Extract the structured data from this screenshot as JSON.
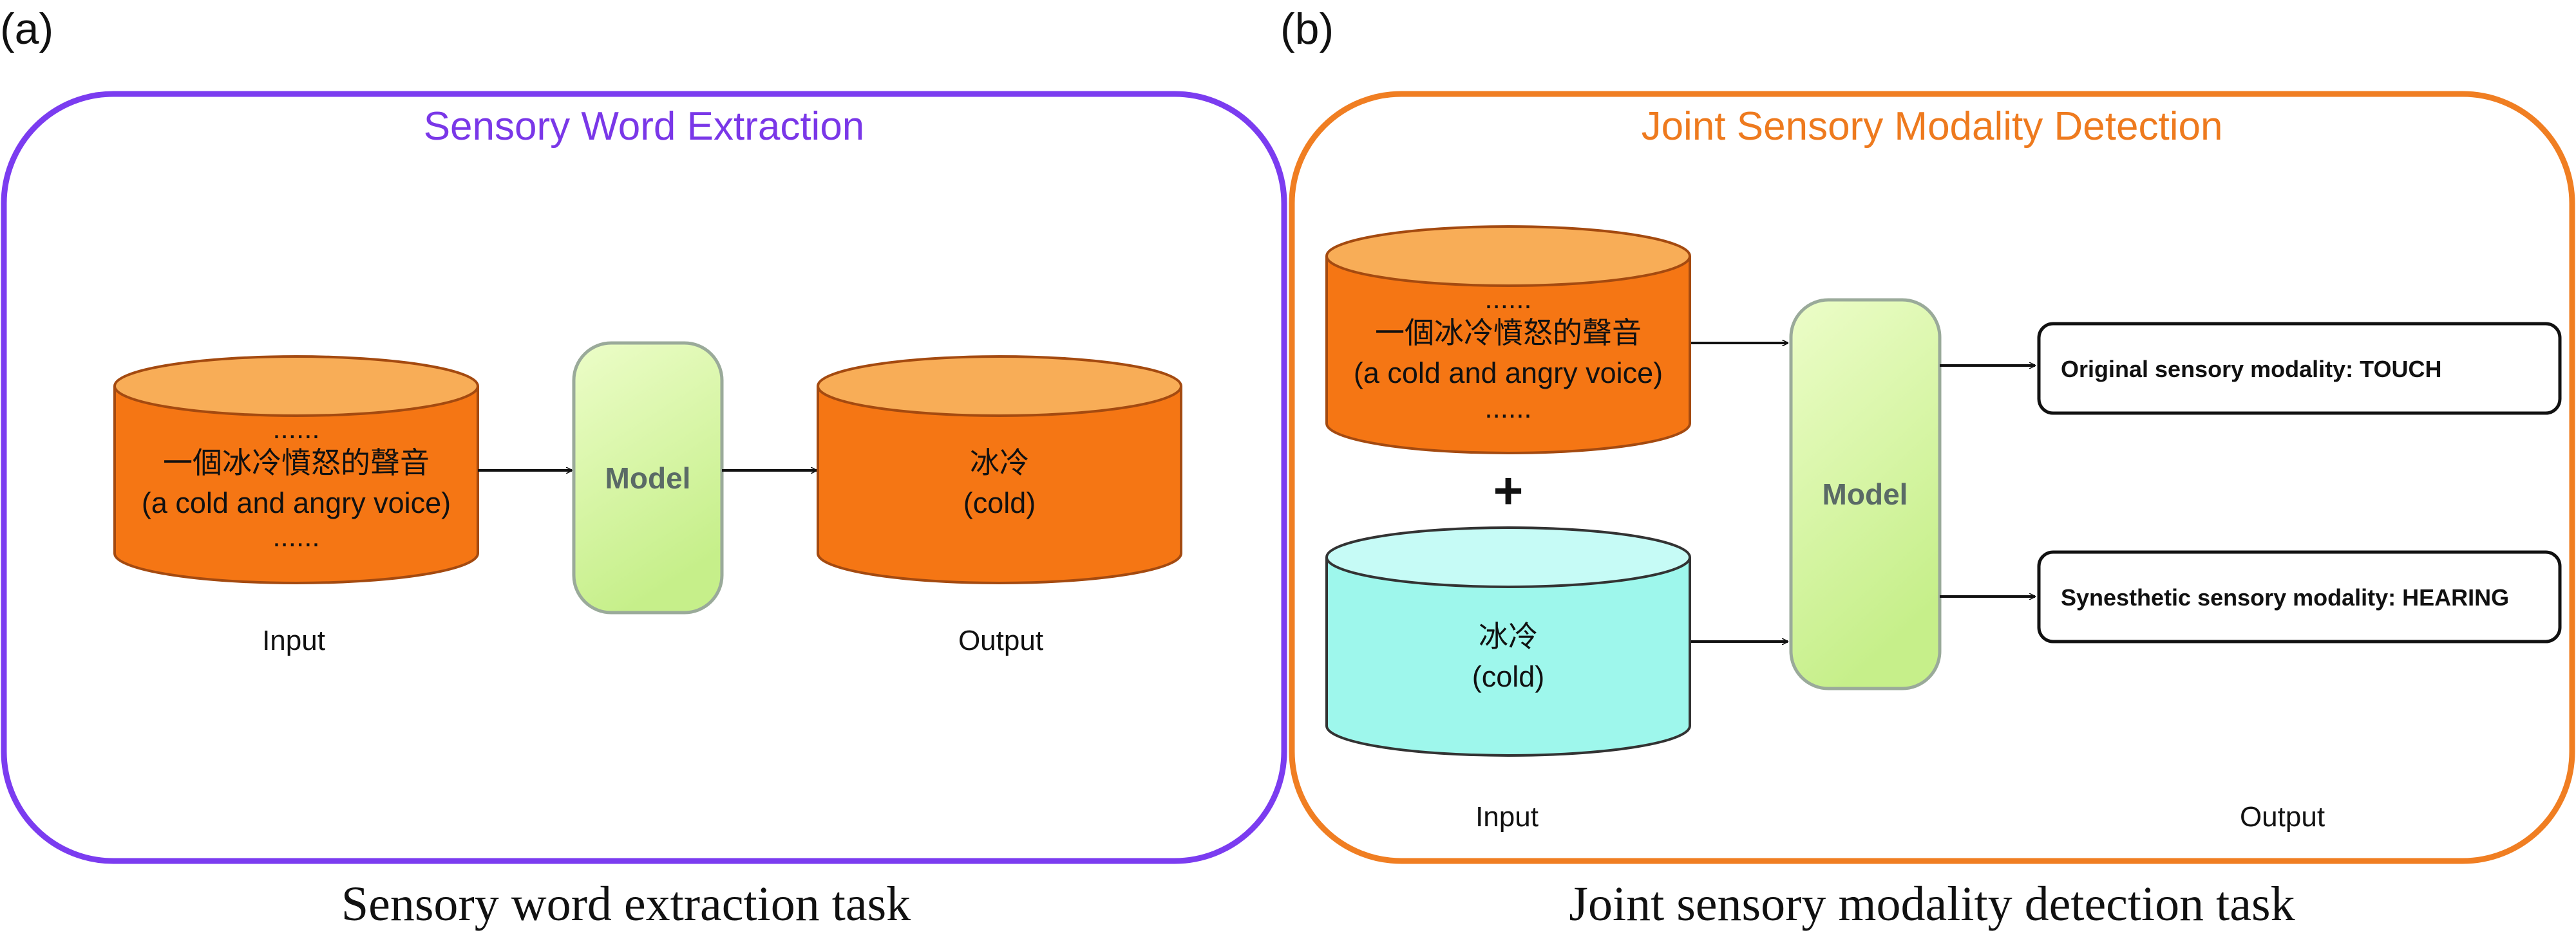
{
  "panel_a": {
    "letter": "(a)",
    "title": "Sensory Word Extraction",
    "caption": "Sensory word extraction task",
    "input": {
      "dots_top": "......",
      "chinese": "一個冰冷憤怒的聲音",
      "english": "(a cold and angry voice)",
      "dots_bottom": "......",
      "label": "Input"
    },
    "model": {
      "label": "Model"
    },
    "output": {
      "chinese": "冰冷",
      "english": "(cold)",
      "label": "Output"
    }
  },
  "panel_b": {
    "letter": "(b)",
    "title": "Joint Sensory Modality Detection",
    "caption": "Joint sensory modality detection task",
    "input_sentence": {
      "dots_top": "......",
      "chinese": "一個冰冷憤怒的聲音",
      "english": "(a cold and angry voice)",
      "dots_bottom": "......"
    },
    "plus": "+",
    "input_word": {
      "chinese": "冰冷",
      "english": "(cold)"
    },
    "input_label": "Input",
    "model": {
      "label": "Model"
    },
    "outputs": [
      "Original sensory modality: TOUCH",
      "Synesthetic sensory modality: HEARING"
    ],
    "output_label": "Output"
  },
  "colors": {
    "purple_frame": "#7b3cf0",
    "orange_frame": "#f07e22",
    "title_purple": "#7a37e8",
    "title_orange": "#ee7a1e",
    "cylinder_body": "#f57614",
    "cylinder_top": "#f8ad57",
    "cylinder_stroke": "#a44a10",
    "cyan_body": "#9ef7ec",
    "cyan_top": "#c6fbf6",
    "cyan_stroke": "#333333",
    "model_fill_light": "#ecfdc8",
    "model_fill_dark": "#c9f090",
    "model_stroke": "#9aaa9a",
    "model_text": "#5a6a66"
  }
}
